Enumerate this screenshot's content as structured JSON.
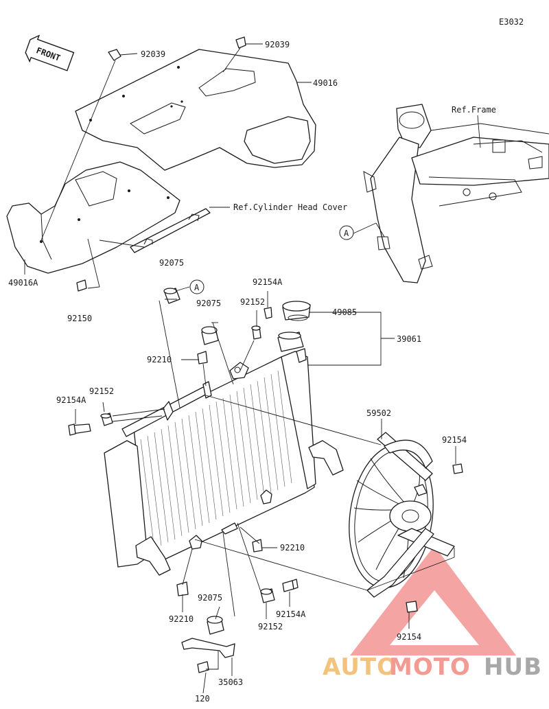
{
  "diagram_code": "E3032",
  "front_label": "FRONT",
  "ref_labels": {
    "frame": "Ref.Frame",
    "cylinder_head_cover": "Ref.Cylinder Head Cover",
    "point_a": "A",
    "point_a2": "A"
  },
  "part_numbers": {
    "p92039_left": "92039",
    "p92039_right": "92039",
    "p49016": "49016",
    "p49016A": "49016A",
    "p92150": "92150",
    "p92075_top": "92075",
    "p92075_mid": "92075",
    "p92075_bottom": "92075",
    "p92154A_top": "92154A",
    "p92152_top": "92152",
    "p49085": "49085",
    "p39061": "39061",
    "p92210_top": "92210",
    "p92154A_left": "92154A",
    "p92152_left": "92152",
    "p59502": "59502",
    "p92154_right": "92154",
    "p92210_right": "92210",
    "p92210_bottom": "92210",
    "p92152_bottom": "92152",
    "p92154A_bottom": "92154A",
    "p92154_bottom": "92154",
    "p35063": "35063",
    "p120": "120"
  },
  "watermark": {
    "part1": "AUTO",
    "part2": "MOTO",
    "part3": "HUB",
    "colors": {
      "auto": "#f2b866",
      "moto": "#f08a80",
      "hub": "#9a9a9a",
      "triangle": "#f07070"
    }
  }
}
